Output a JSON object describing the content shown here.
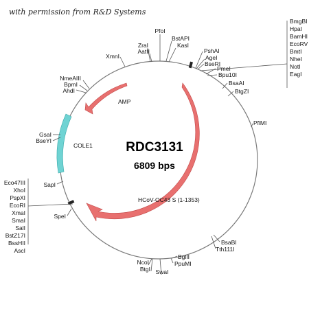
{
  "credit": "with permission from R&D Systems",
  "plasmid": {
    "name": "RDC3131",
    "size_label": "6809 bps"
  },
  "colors": {
    "backbone": "#7a7a7a",
    "amp_arrow": "#e8706f",
    "insert_arrow": "#e8706f",
    "ori": "#6fd3d3",
    "marker": "#222222"
  },
  "features": [
    {
      "id": "amp",
      "label": "AMP",
      "color": "#e8706f"
    },
    {
      "id": "cole1",
      "label": "COLE1",
      "color": "#6fd3d3"
    },
    {
      "id": "insert",
      "label": "HCoV-OC43 S (1-1353)",
      "color": "#e8706f"
    }
  ],
  "sites_single": [
    {
      "id": "pfoi",
      "label": "PfoI"
    },
    {
      "id": "bstapi",
      "label": "BstAPI"
    },
    {
      "id": "kasi",
      "label": "KasI"
    },
    {
      "id": "zrai",
      "label": "ZraI"
    },
    {
      "id": "aatii",
      "label": "AatII"
    },
    {
      "id": "xmni",
      "label": "XmnI"
    },
    {
      "id": "pshai",
      "label": "PshAI"
    },
    {
      "id": "agei",
      "label": "AgeI"
    },
    {
      "id": "bseri",
      "label": "BseRI"
    },
    {
      "id": "pmei",
      "label": "PmeI"
    },
    {
      "id": "bpu10i",
      "label": "Bpu10I"
    },
    {
      "id": "bsaai",
      "label": "BsaAI"
    },
    {
      "id": "bstzgi",
      "label": "BtgZI"
    },
    {
      "id": "pflmi",
      "label": "PflMI"
    },
    {
      "id": "nmeaiii",
      "label": "NmeAIII"
    },
    {
      "id": "bpmi",
      "label": "BpmI"
    },
    {
      "id": "ahdi",
      "label": "AhdI"
    },
    {
      "id": "gsai",
      "label": "GsaI"
    },
    {
      "id": "bseyi",
      "label": "BseYI"
    },
    {
      "id": "sapi",
      "label": "SapI"
    },
    {
      "id": "spei",
      "label": "SpeI"
    },
    {
      "id": "bsabi",
      "label": "BsaBI"
    },
    {
      "id": "tth111i",
      "label": "Tth111I"
    },
    {
      "id": "ncoi",
      "label": "NcoI"
    },
    {
      "id": "btgi",
      "label": "BtgI"
    },
    {
      "id": "swai",
      "label": "SwaI"
    },
    {
      "id": "bglii",
      "label": "BglII"
    },
    {
      "id": "ppumi",
      "label": "PpuMI"
    }
  ],
  "site_group_right": [
    "BmgBI",
    "HpaI",
    "BamHI",
    "EcoRV",
    "BmtI",
    "NheI",
    "NotI",
    "EagI"
  ],
  "site_group_left": [
    "Eco47III",
    "XhoI",
    "PspXI",
    "EcoRI",
    "XmaI",
    "SmaI",
    "SalI",
    "BstZ17I",
    "BssHII",
    "AscI"
  ]
}
